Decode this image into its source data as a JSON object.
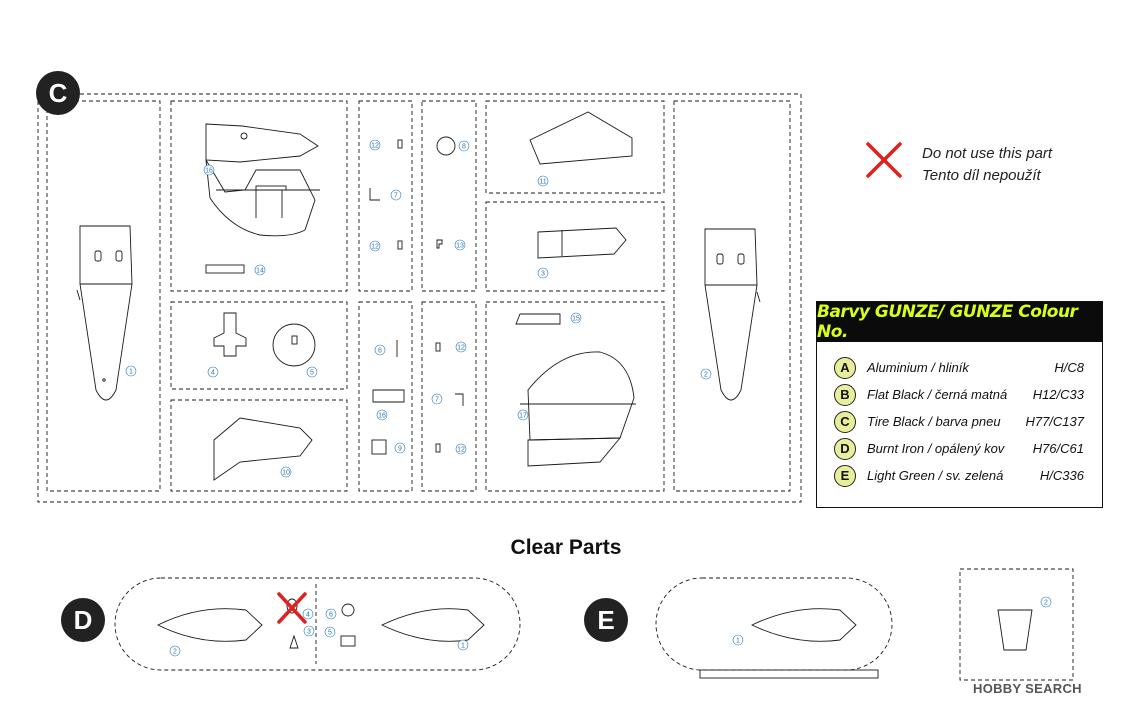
{
  "sprues": {
    "c": {
      "letter": "C"
    },
    "d": {
      "letter": "D"
    },
    "e": {
      "letter": "E"
    }
  },
  "legend": {
    "line1": "Do not use this part",
    "line2": "Tento díl nepoužít",
    "icon": "red-x-icon"
  },
  "colours": {
    "title": "Barvy GUNZE/ GUNZE Colour No.",
    "items": [
      {
        "letter": "A",
        "name": "Aluminium / hliník",
        "code": "H/C8"
      },
      {
        "letter": "B",
        "name": "Flat Black / černá matná",
        "code": "H12/C33"
      },
      {
        "letter": "C",
        "name": "Tire Black / barva pneu",
        "code": "H77/C137"
      },
      {
        "letter": "D",
        "name": "Burnt Iron / opálený kov",
        "code": "H76/C61"
      },
      {
        "letter": "E",
        "name": "Light Green / sv. zelená",
        "code": "H/C336"
      }
    ],
    "accent": "#d8ff1a",
    "dot_fill": "#e9ee9a"
  },
  "clear_parts_title": "Clear Parts",
  "watermark": "HOBBY SEARCH",
  "part_numbers": {
    "c": [
      "1",
      "2",
      "3",
      "4",
      "5",
      "6",
      "7",
      "8",
      "9",
      "10",
      "11",
      "12",
      "13",
      "14",
      "15",
      "16",
      "17"
    ],
    "d": [
      "1",
      "2",
      "3",
      "4",
      "5",
      "6"
    ],
    "e": [
      "1",
      "2"
    ]
  },
  "colors": {
    "line": "#1a1a1a",
    "part_number": "#2a78b8",
    "cross": "#e02020"
  }
}
